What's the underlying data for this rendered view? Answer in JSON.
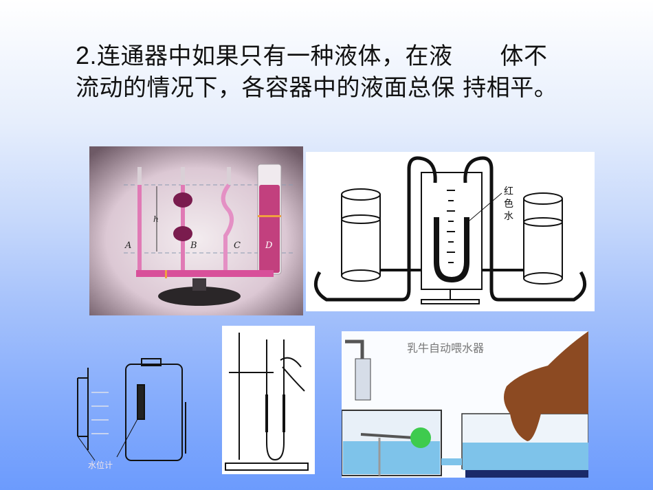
{
  "slide": {
    "point_number": "2.",
    "line1": "连通器中如果只有一种液体，在液　　体不",
    "line2": "流动的情况下，各容器中的液面总保 持相平。"
  },
  "figures": {
    "communicating_vessels_photo": {
      "labels": [
        "A",
        "B",
        "C",
        "D"
      ],
      "height_label": "h",
      "colors": {
        "liquid": "#d8509a",
        "background": "#e9dde6",
        "base": "#2a2628"
      }
    },
    "u_tube_manometer": {
      "annotation": "红色水",
      "annotation_chars": [
        "红",
        "色",
        "水"
      ]
    },
    "boiler_water_gauge": {
      "caption": "水位计"
    },
    "u_tube_stand": {},
    "cow_waterer": {
      "title": "乳牛自动喂水器",
      "colors": {
        "water": "#7ec3ea",
        "float_ball": "#3ecb4e",
        "cow": "#8c4a22"
      }
    }
  },
  "background": {
    "top": "#ffffff",
    "bottom": "#6c9bfd"
  }
}
